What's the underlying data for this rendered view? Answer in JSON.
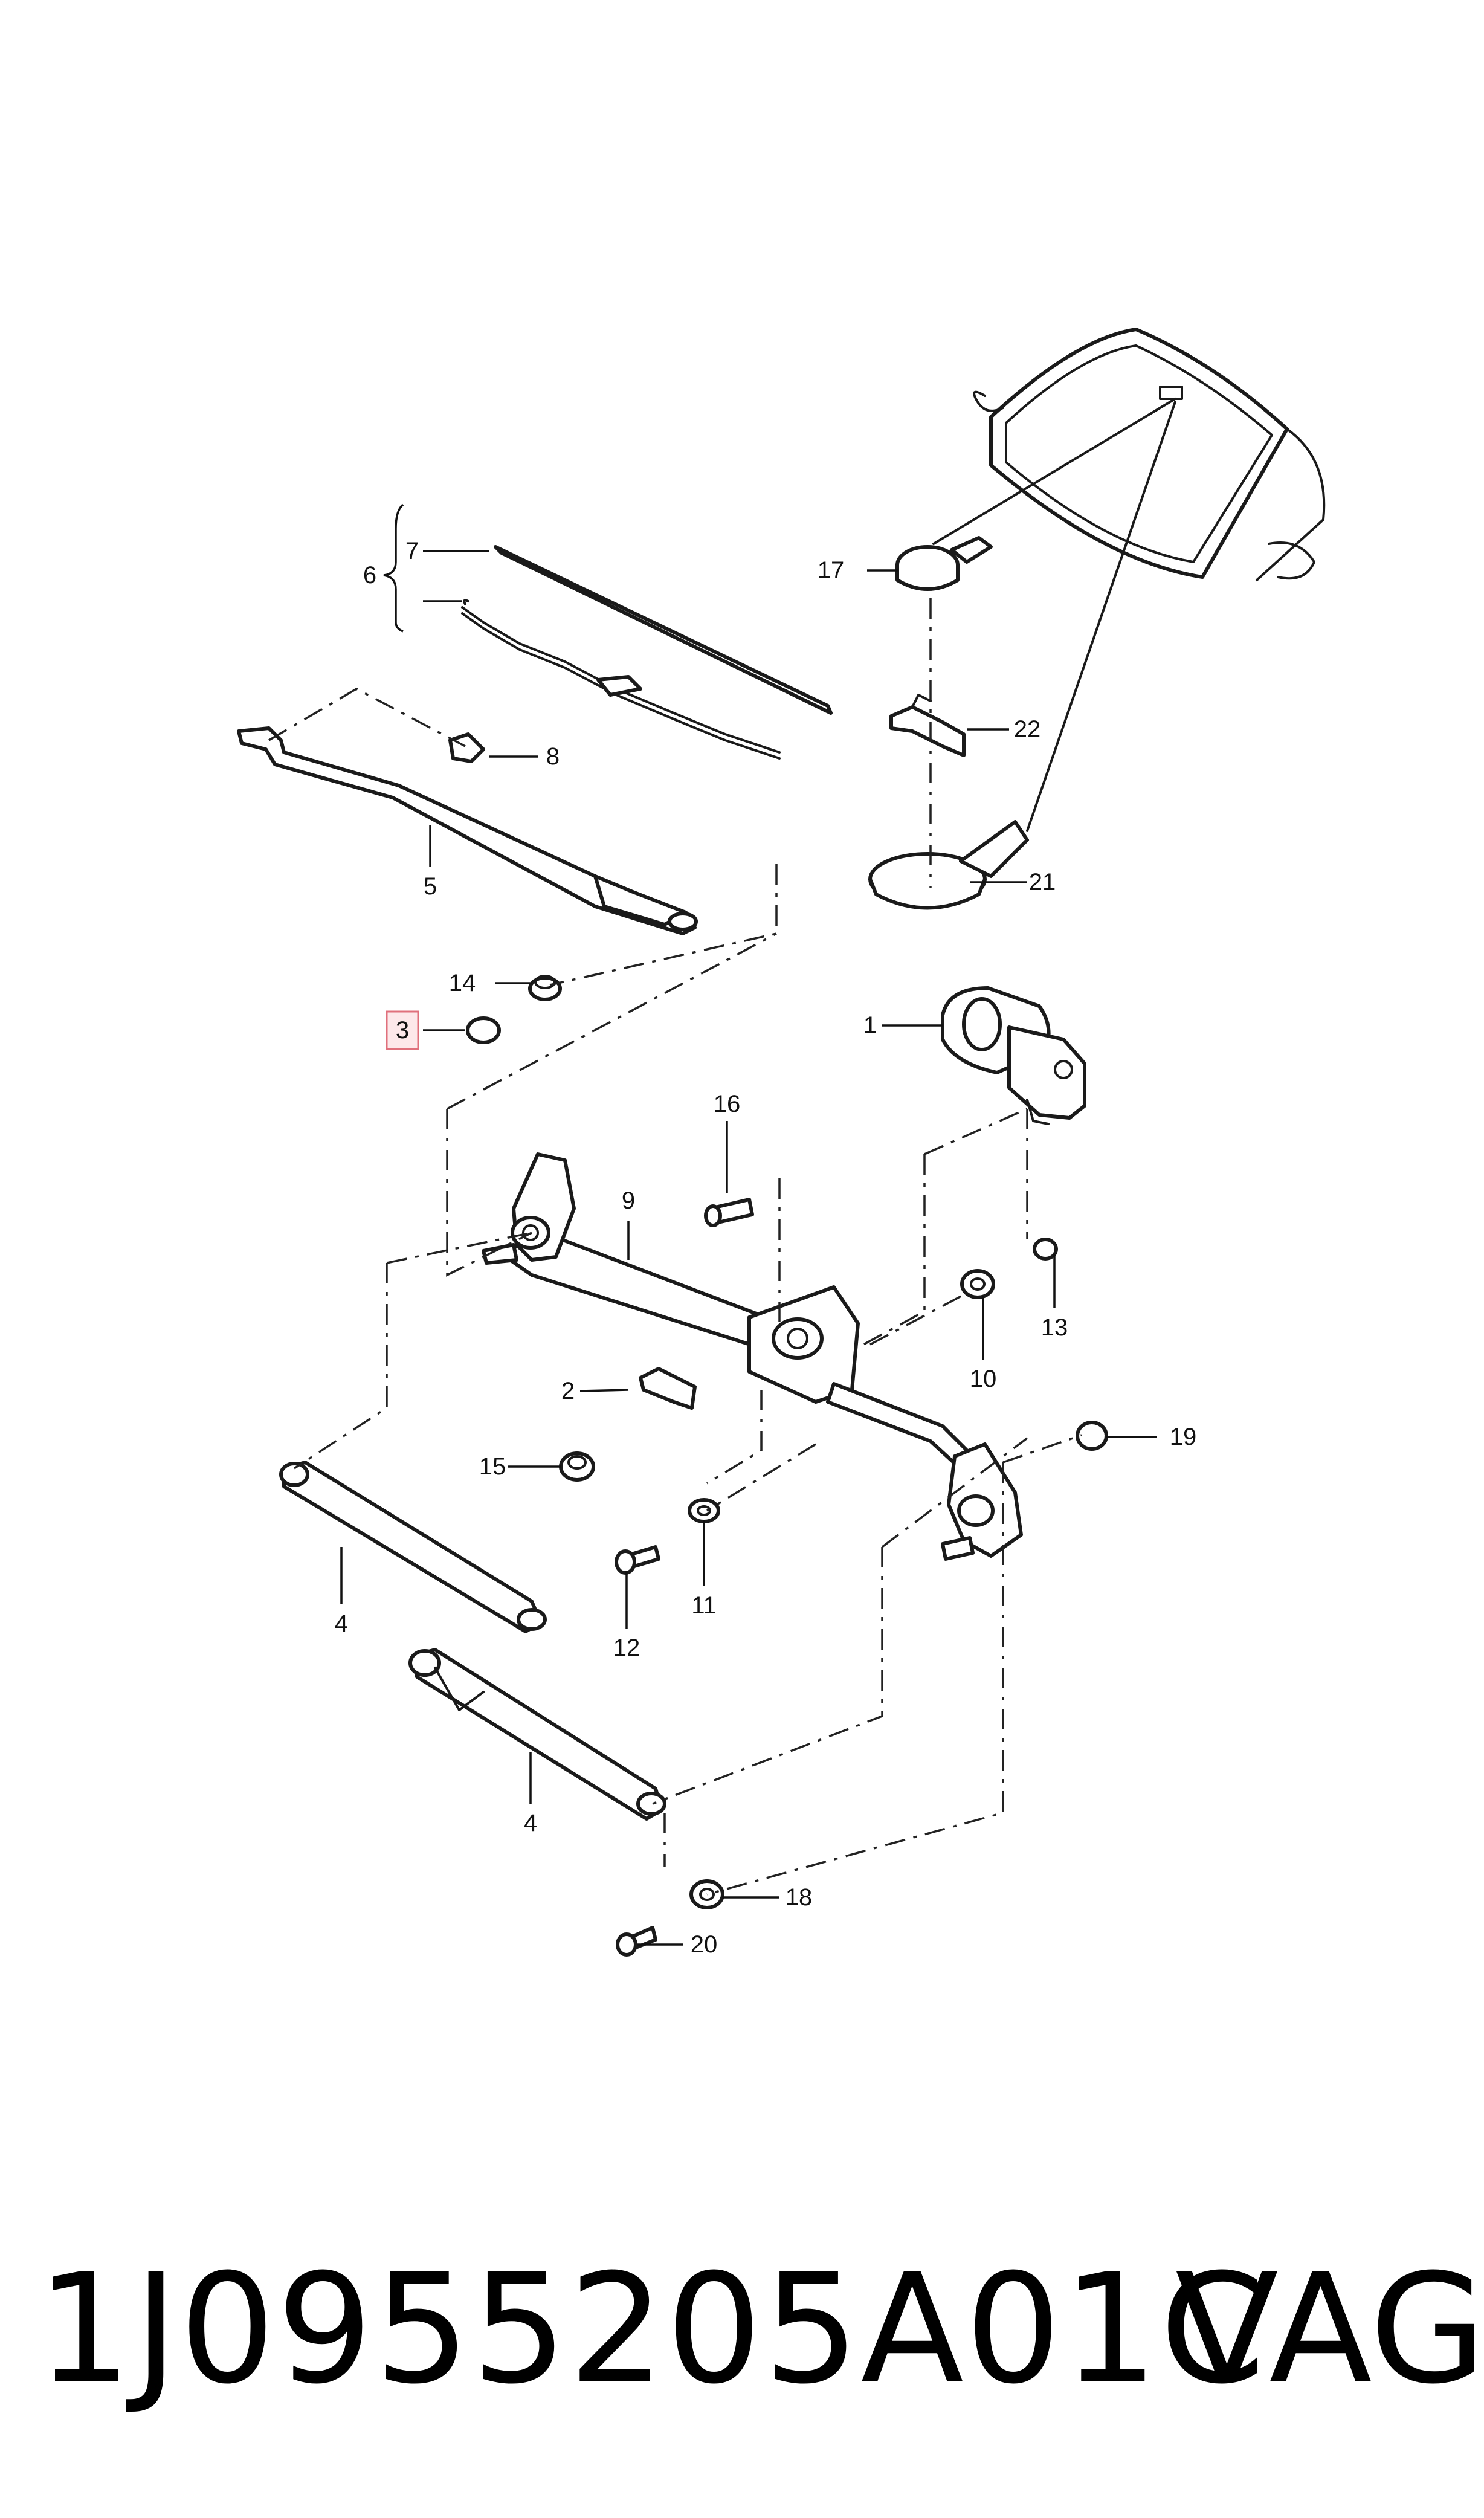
{
  "callouts": {
    "c1": "1",
    "c2": "2",
    "c3": "3",
    "c4a": "4",
    "c4b": "4",
    "c5": "5",
    "c6": "6",
    "c7": "7",
    "c8": "8",
    "c9": "9",
    "c10": "10",
    "c11": "11",
    "c12": "12",
    "c13": "13",
    "c14": "14",
    "c15": "15",
    "c16": "16",
    "c17": "17",
    "c18": "18",
    "c19": "19",
    "c20": "20",
    "c21": "21",
    "c22": "22"
  },
  "highlighted_callout": "3",
  "highlight_color": "#e0707c",
  "footer": {
    "part_number": "1J0955205A01C",
    "brand": "VAG"
  }
}
